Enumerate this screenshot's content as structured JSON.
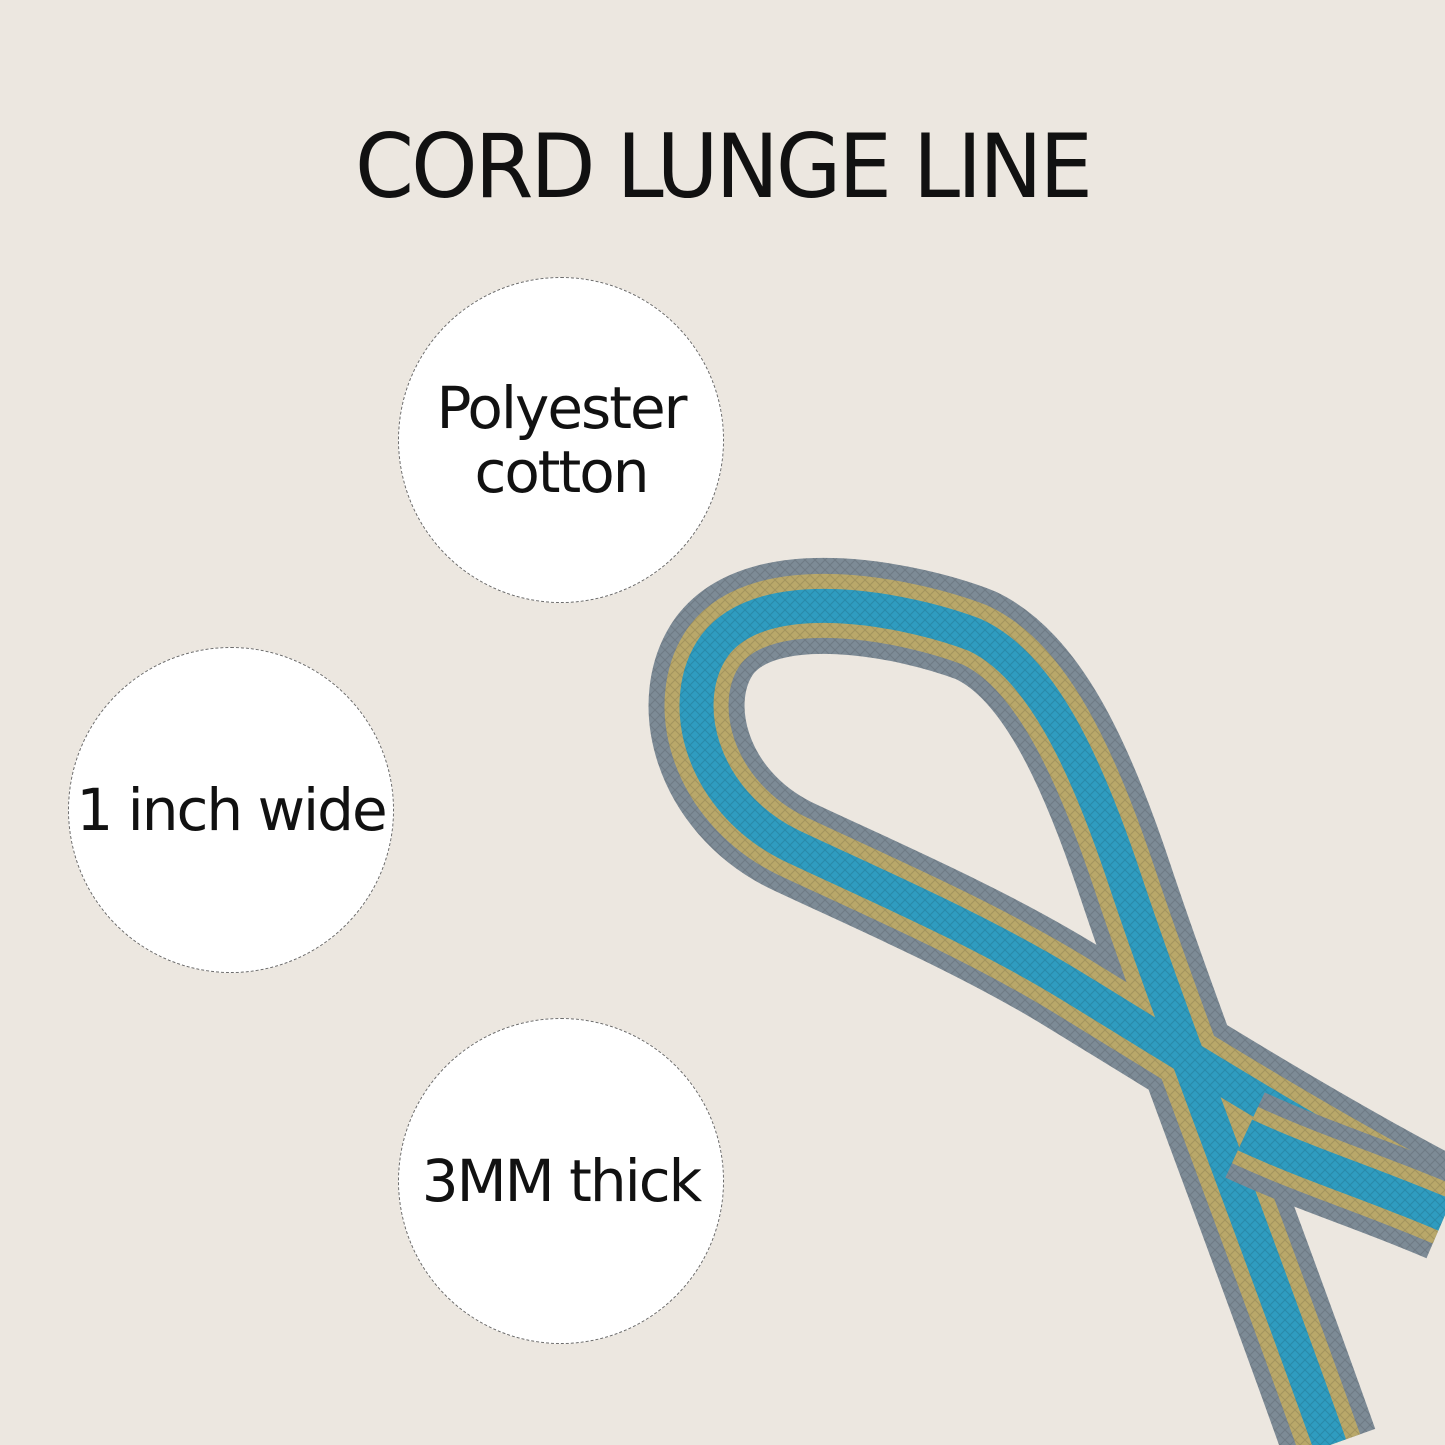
{
  "title": "CORD LUNGE LINE",
  "features": [
    {
      "line1": "Polyester",
      "line2": "cotton"
    },
    {
      "line1": "1 inch wide",
      "line2": ""
    },
    {
      "line1": "3MM thick",
      "line2": ""
    }
  ],
  "colors": {
    "background": "#ece7e0",
    "badge_fill": "#ffffff",
    "badge_border": "#6a6a6a",
    "text": "#111111",
    "rope_gray": "#7d8b96",
    "rope_blue": "#2f9cc0",
    "rope_khaki": "#b9a86a"
  }
}
